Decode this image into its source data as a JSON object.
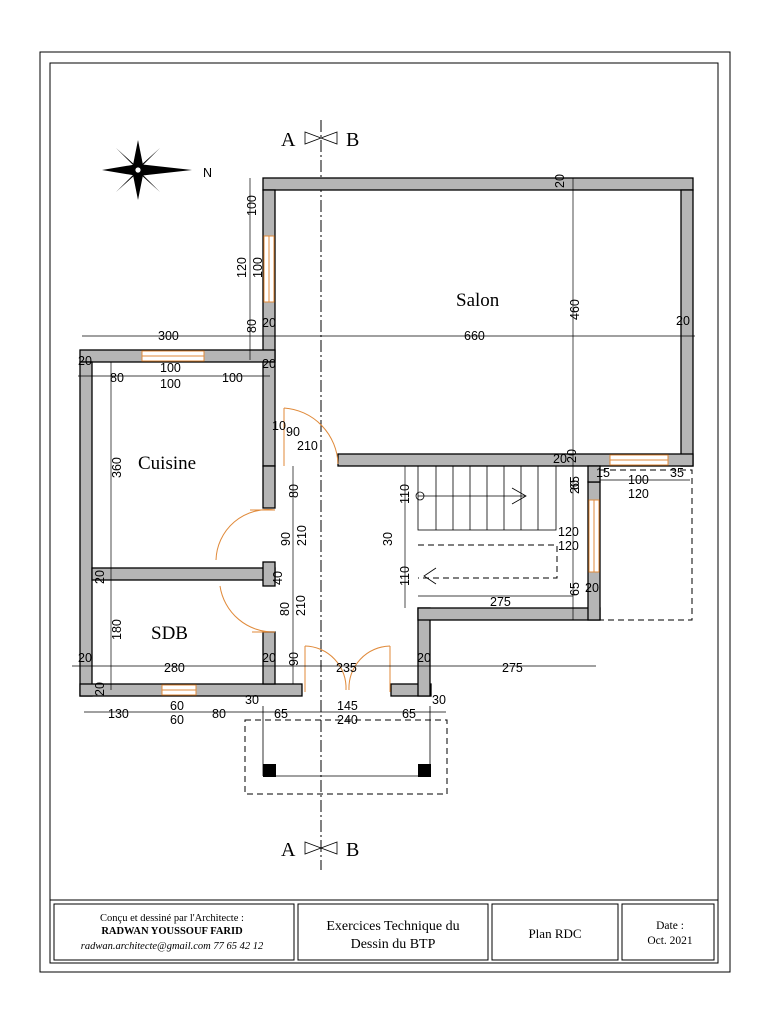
{
  "section_markers": {
    "left": "A",
    "right": "B"
  },
  "north_label": "N",
  "rooms": {
    "salon": "Salon",
    "cuisine": "Cuisine",
    "sdb": "SDB"
  },
  "dimensions": [
    "100",
    "120",
    "100",
    "80",
    "20",
    "20",
    "300",
    "660",
    "20",
    "20",
    "100",
    "80",
    "100",
    "100",
    "20",
    "460",
    "20",
    "20",
    "90",
    "210",
    "10",
    "360",
    "80",
    "20",
    "15",
    "100",
    "120",
    "35",
    "65",
    "110",
    "30",
    "90",
    "210",
    "120",
    "120",
    "20",
    "40",
    "110",
    "65",
    "20",
    "275",
    "180",
    "80",
    "210",
    "90",
    "20",
    "280",
    "20",
    "235",
    "20",
    "275",
    "20",
    "130",
    "60",
    "60",
    "80",
    "30",
    "65",
    "145",
    "240",
    "65",
    "30"
  ],
  "title_block": {
    "author_line1": "Conçu et dessiné par l'Architecte :",
    "author_line2": "RADWAN YOUSSOUF FARID",
    "author_line3": "radwan.architecte@gmail.com  77 65 42 12",
    "title_line1": "Exercices Technique du",
    "title_line2": "Dessin du BTP",
    "plan": "Plan RDC",
    "date_label": "Date :",
    "date_value": "Oct. 2021"
  },
  "colors": {
    "wall": "#b5b5b5",
    "opening": "#e08a3a"
  }
}
